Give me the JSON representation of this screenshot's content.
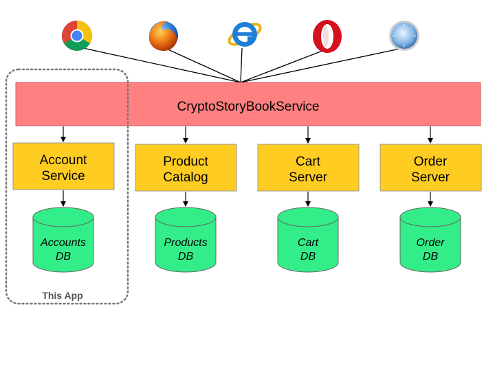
{
  "colors": {
    "gateway_fill": "#ff8080",
    "gateway_stroke": "#c86060",
    "service_fill": "#ffcc22",
    "service_stroke": "#999999",
    "db_fill": "#33ee88",
    "db_stroke": "#666666",
    "boundary_stroke": "#777777",
    "connector": "#000000"
  },
  "clients": [
    {
      "name": "Chrome",
      "icon": "chrome-icon"
    },
    {
      "name": "Firefox",
      "icon": "firefox-icon"
    },
    {
      "name": "Internet Explorer",
      "icon": "internet-explorer-icon"
    },
    {
      "name": "Opera",
      "icon": "opera-icon"
    },
    {
      "name": "Safari",
      "icon": "safari-icon"
    }
  ],
  "gateway": {
    "label": "CryptoStoryBookService"
  },
  "services": [
    {
      "line1": "Account",
      "line2": "Service",
      "db_line1": "Accounts",
      "db_line2": "DB"
    },
    {
      "line1": "Product",
      "line2": "Catalog",
      "db_line1": "Products",
      "db_line2": "DB"
    },
    {
      "line1": "Cart",
      "line2": "Server",
      "db_line1": "Cart",
      "db_line2": "DB"
    },
    {
      "line1": "Order",
      "line2": "Server",
      "db_line1": "Order",
      "db_line2": "DB"
    }
  ],
  "boundary": {
    "label": "This App"
  }
}
